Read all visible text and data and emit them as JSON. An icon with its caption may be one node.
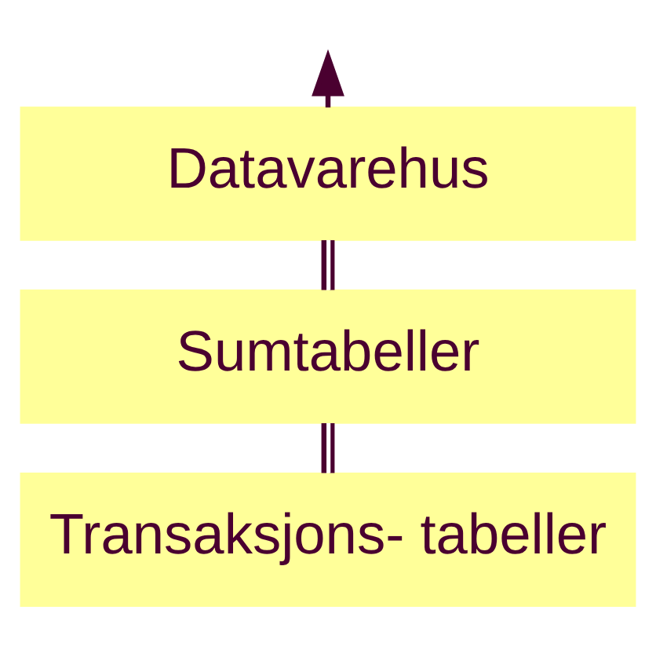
{
  "diagram": {
    "nodes": [
      {
        "text": [
          "Datavarehus"
        ]
      },
      {
        "text": [
          "Sumtabeller"
        ]
      },
      {
        "text": [
          "Transaksjons- tabeller"
        ]
      }
    ],
    "edges": [
      {
        "from": 2,
        "to": 1,
        "arrow": "none"
      },
      {
        "from": 1,
        "to": 0,
        "arrow": "none"
      },
      {
        "from": 0,
        "to": null,
        "arrow": "to"
      }
    ]
  }
}
